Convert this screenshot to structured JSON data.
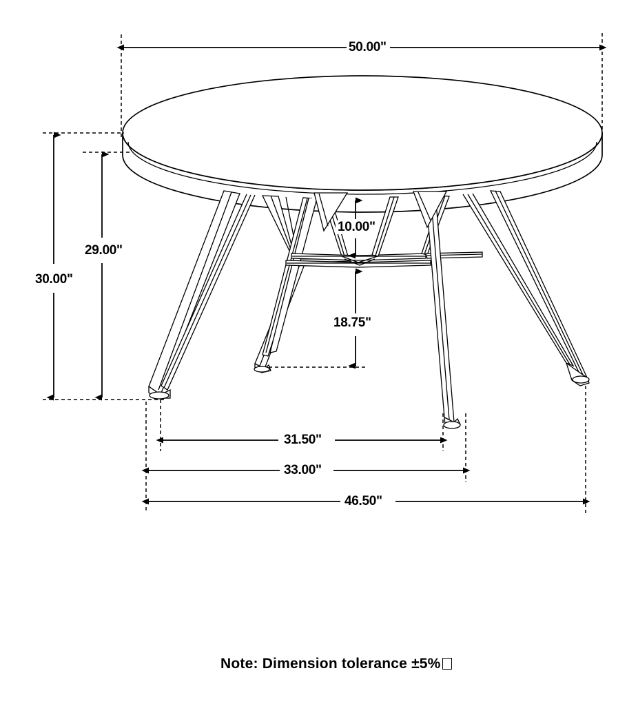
{
  "drawing": {
    "title": "Round coffee table dimensioned orthographic drawing",
    "product": "round table with hairpin wire base",
    "units": "inches",
    "line_color": "#000000",
    "background_color": "#ffffff"
  },
  "dimensions": {
    "top_diameter": {
      "label": "50.00\"",
      "value": 50.0,
      "orientation": "horizontal",
      "position": "top"
    },
    "overall_height": {
      "label": "30.00\"",
      "value": 30.0,
      "orientation": "vertical",
      "position": "left-outer"
    },
    "height_to_underside": {
      "label": "29.00\"",
      "value": 29.0,
      "orientation": "vertical",
      "position": "left-inner"
    },
    "top_to_stretcher": {
      "label": "10.00\"",
      "value": 10.0,
      "orientation": "vertical",
      "position": "center-upper"
    },
    "stretcher_to_floor": {
      "label": "18.75\"",
      "value": 18.75,
      "orientation": "vertical",
      "position": "center-lower"
    },
    "inner_foot_span": {
      "label": "31.50\"",
      "value": 31.5,
      "orientation": "horizontal",
      "position": "bottom-1"
    },
    "outer_foot_span": {
      "label": "33.00\"",
      "value": 33.0,
      "orientation": "horizontal",
      "position": "bottom-2"
    },
    "overall_base_span": {
      "label": "46.50\"",
      "value": 46.5,
      "orientation": "horizontal",
      "position": "bottom-3"
    }
  },
  "note": {
    "text": "Note: Dimension tolerance ±5%",
    "trailing_glyph": "missing-glyph-box"
  }
}
